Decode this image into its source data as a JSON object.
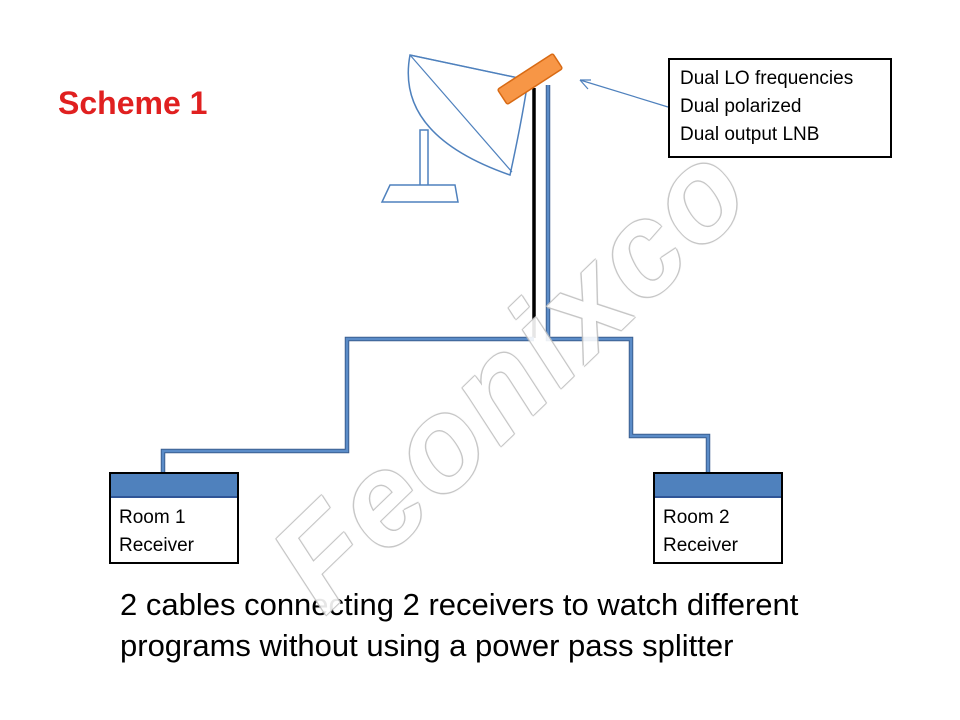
{
  "title": "Scheme 1",
  "lnb_callout": {
    "lines": [
      "Dual LO frequencies",
      "Dual polarized",
      "Dual output LNB"
    ]
  },
  "receivers": [
    {
      "line1": "Room 1",
      "line2": "Receiver"
    },
    {
      "line1": "Room 2",
      "line2": "Receiver"
    }
  ],
  "caption": {
    "line1": "2 cables connecting 2 receivers to watch different",
    "line2": "programs without using a power pass splitter"
  },
  "watermark": "Feonixco",
  "colors": {
    "title": "#e02020",
    "cable": "#4f81bd",
    "lnb": "#f79646",
    "dish_line": "#4f81bd",
    "receiver_header": "#4f81bd"
  },
  "icons": [
    "satellite-dish-icon",
    "lnb-icon"
  ]
}
